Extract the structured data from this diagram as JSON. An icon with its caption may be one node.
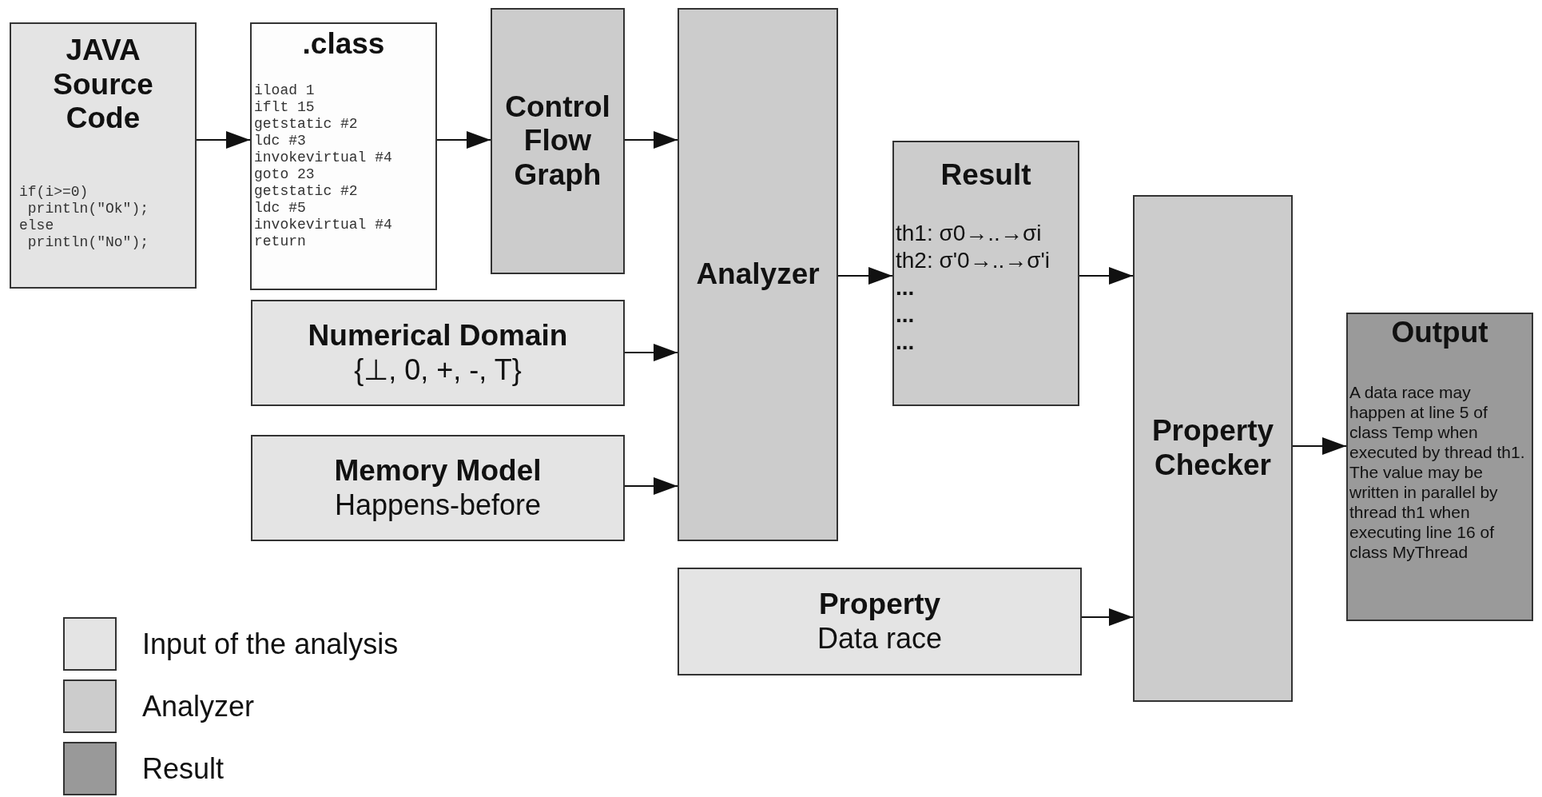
{
  "diagram": {
    "nodes": [
      {
        "text": [
          "JAVA Source Code",
          "if(i>=0)",
          " println(\"Ok\");",
          "else",
          " println(\"No\");"
        ]
      },
      {
        "text": [
          ".class",
          "iload 1",
          "iflt 15",
          "getstatic #2",
          "ldc #3",
          "invokevirtual #4",
          "goto 23",
          "getstatic #2",
          "ldc #5",
          "invokevirtual #4",
          "return"
        ]
      },
      {
        "text": [
          "Control Flow Graph"
        ]
      },
      {
        "text": [
          "Analyzer"
        ]
      },
      {
        "text": [
          "Result",
          "th1: σ0→..→σi",
          "th2: σ'0→..→σ'i",
          "...",
          "...",
          "..."
        ]
      },
      {
        "text": [
          "Numerical Domain",
          "{⊥, 0, +, -, T}"
        ]
      },
      {
        "text": [
          "Memory Model",
          "Happens-before"
        ]
      },
      {
        "text": [
          "Property Checker"
        ]
      },
      {
        "text": [
          "Output",
          "A data race may happen at line 5 of class Temp when executed by thread th1.",
          "The value may be written in parallel by thread th1 when executing line 16 of class MyThread"
        ]
      },
      {
        "text": [
          "Property",
          "Data race"
        ]
      }
    ],
    "edges": [
      {
        "from": 0,
        "to": 1,
        "arrow": "to"
      },
      {
        "from": 1,
        "to": 2,
        "arrow": "to"
      },
      {
        "from": 2,
        "to": 3,
        "arrow": "to"
      },
      {
        "from": 5,
        "to": 3,
        "arrow": "to"
      },
      {
        "from": 6,
        "to": 3,
        "arrow": "to"
      },
      {
        "from": 3,
        "to": 4,
        "arrow": "to"
      },
      {
        "from": 4,
        "to": 7,
        "arrow": "to"
      },
      {
        "from": 9,
        "to": 7,
        "arrow": "to"
      },
      {
        "from": 7,
        "to": 8,
        "arrow": "to"
      }
    ],
    "legend": [
      {
        "text": "Input of the analysis",
        "color": "#e4e4e4"
      },
      {
        "text": "Analyzer",
        "color": "#cccccc"
      },
      {
        "text": "Result",
        "color": "#999999"
      }
    ]
  }
}
